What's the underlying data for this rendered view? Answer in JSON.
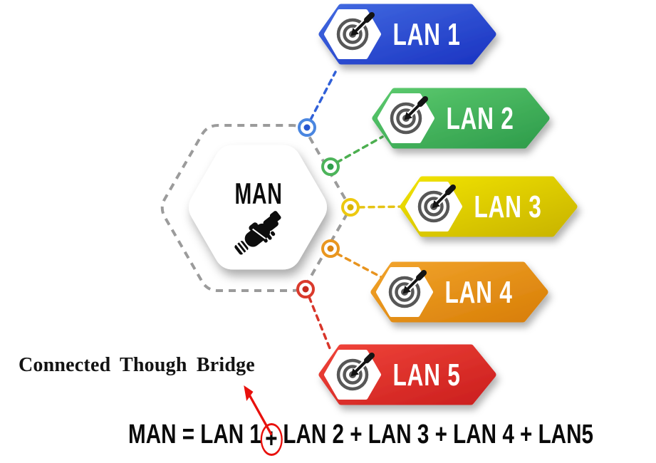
{
  "center": {
    "label": "MAN",
    "icon": "handshake-icon"
  },
  "lans": [
    {
      "label": "LAN 1",
      "icon": "target-icon",
      "color_light": "#4169E0",
      "color_dark": "#1B34C2",
      "line_color": "#3060D8",
      "ring_color": "#4A86E0",
      "dot_color": "#2757D0"
    },
    {
      "label": "LAN 2",
      "icon": "target-icon",
      "color_light": "#5BC96D",
      "color_dark": "#2E9C4B",
      "line_color": "#4CAF50",
      "ring_color": "#4CB45A",
      "dot_color": "#2F9E4C"
    },
    {
      "label": "LAN 3",
      "icon": "target-icon",
      "color_light": "#F0E204",
      "color_dark": "#C9B400",
      "line_color": "#E5C312",
      "ring_color": "#EDC90F",
      "dot_color": "#D9B303"
    },
    {
      "label": "LAN 4",
      "icon": "target-icon",
      "color_light": "#F1A32B",
      "color_dark": "#D87E07",
      "line_color": "#E8941F",
      "ring_color": "#E9961F",
      "dot_color": "#DB8410"
    },
    {
      "label": "LAN 5",
      "icon": "target-icon",
      "color_light": "#EF4339",
      "color_dark": "#CB1F1E",
      "line_color": "#D8352A",
      "ring_color": "#DA3A2C",
      "dot_color": "#C52A1E"
    }
  ],
  "caption": "Connected Though Bridge",
  "formula": {
    "prefix": "MAN = LAN 1",
    "circled_operator": "+",
    "suffix": "LAN 2 + LAN 3 + LAN 4 + LAN5"
  },
  "annotation": {
    "arrow_color": "#E8100C",
    "dashed_outline_color": "#9B9B9B"
  }
}
